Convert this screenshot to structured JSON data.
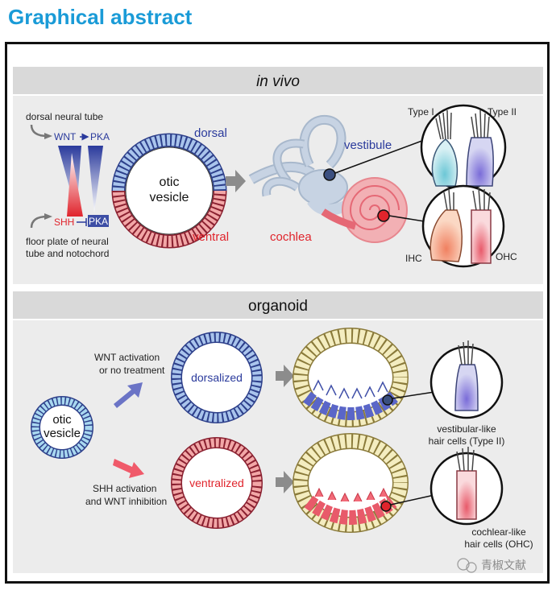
{
  "title": "Graphical abstract",
  "in_vivo": {
    "header": "in vivo",
    "dorsal_source": "dorsal neural tube",
    "wnt": "WNT",
    "pka_top": "PKA",
    "shh": "SHH",
    "pka_bottom": "PKA",
    "ventral_source_line1": "floor plate of neural",
    "ventral_source_line2": "tube and notochord",
    "otic_line1": "otic",
    "otic_line2": "vesicle",
    "dorsal": "dorsal",
    "ventral": "ventral",
    "vestibule": "vestibule",
    "cochlea": "cochlea",
    "type1": "Type I",
    "type2": "Type II",
    "ihc": "IHC",
    "ohc": "OHC"
  },
  "organoid": {
    "header": "organoid",
    "otic_line1": "otic",
    "otic_line2": "vesicle",
    "wnt_line1": "WNT activation",
    "wnt_line2": "or no treatment",
    "shh_line1": "SHH activation",
    "shh_line2": "and WNT inhibition",
    "dorsalized": "dorsalized",
    "ventralized": "ventralized",
    "vestibular_line1": "vestibular-like",
    "vestibular_line2": "hair cells (Type II)",
    "cochlear_line1": "cochlear-like",
    "cochlear_line2": "hair cells (OHC)"
  },
  "watermark": "青椒文献",
  "colors": {
    "title": "#1a9bd7",
    "dorsal_blue": "#2a3a9c",
    "ventral_red": "#e0242c",
    "header_bar": "#d9d9d9"
  }
}
